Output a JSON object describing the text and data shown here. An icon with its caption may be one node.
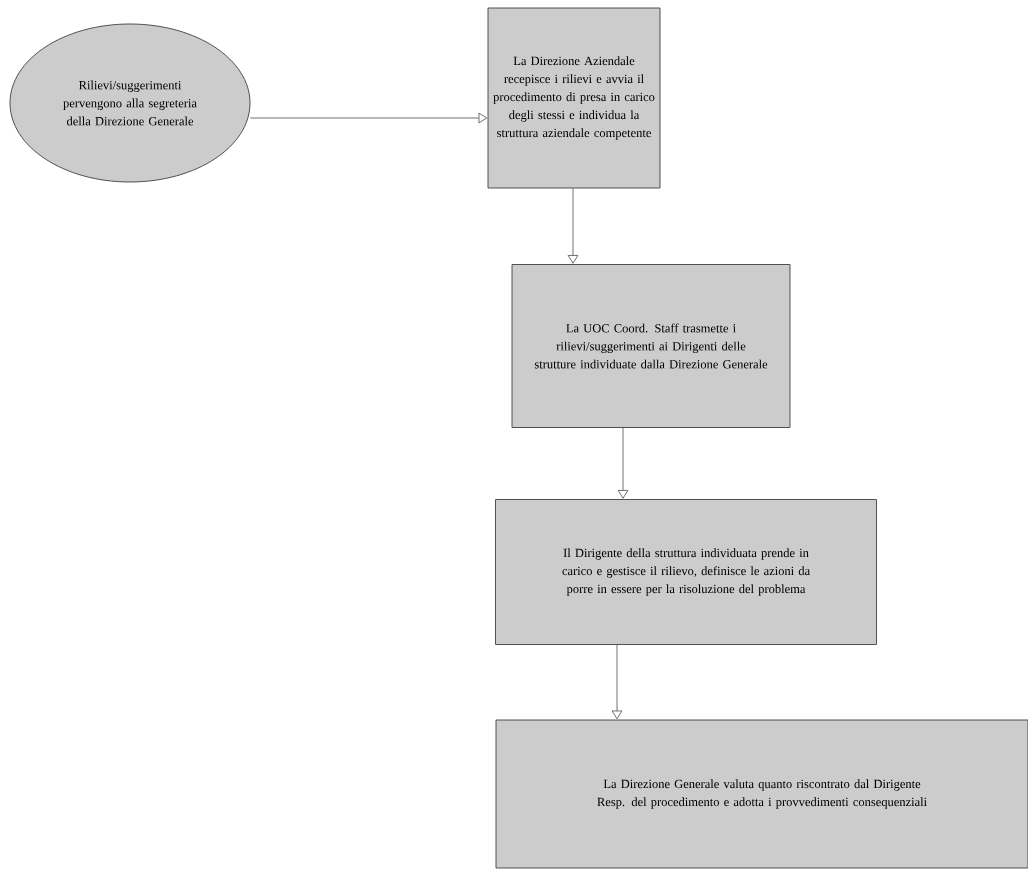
{
  "diagram": {
    "nodes": [
      {
        "text": [
          "Rilievi/suggerimenti pervengono alla segreteria della Direzione Generale"
        ]
      },
      {
        "text": [
          "La Direzione Aziendale recepisce i rilievi e avvia il procedimento di presa in carico degli stessi e individua la struttura aziendale competente"
        ]
      },
      {
        "text": [
          "La UOC Coord. Staff trasmette i rilievi/suggerimenti ai Dirigenti delle strutture individuate dalla Direzione Generale"
        ]
      },
      {
        "text": [
          "Il Dirigente della struttura individuata prende in carico e gestisce il rilievo, definisce le azioni da porre in essere per la risoluzione del problema"
        ]
      },
      {
        "text": [
          "La Direzione Generale valuta quanto riscontrato dal Dirigente Resp. del procedimento e adotta i provvedimenti consequenziali"
        ]
      }
    ],
    "edges": [
      {
        "from": 0,
        "to": 1,
        "arrow": "to"
      },
      {
        "from": 1,
        "to": 2,
        "arrow": "to"
      },
      {
        "from": 2,
        "to": 3,
        "arrow": "to"
      },
      {
        "from": 3,
        "to": 4,
        "arrow": "to"
      }
    ]
  }
}
